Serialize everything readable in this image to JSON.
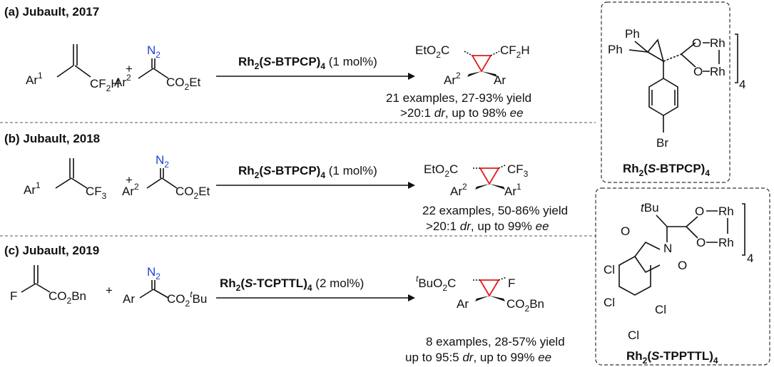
{
  "sections": [
    {
      "heading": "(a) Jubault, 2017",
      "catalyst": "Rh2(S-BTPCP)4",
      "loading": "(1 mol%)",
      "scope": "21 examples, 27-93% yield",
      "selectivity": ">20:1 dr, up to 98% ee"
    },
    {
      "heading": "(b) Jubault, 2018",
      "catalyst": "Rh2(S-BTPCP)4",
      "loading": "(1 mol%)",
      "scope": "22 examples, 50-86% yield",
      "selectivity": ">20:1 dr, up to 99% ee"
    },
    {
      "heading": "(c) Jubault, 2019",
      "catalyst": "Rh2(S-TCPTTL)4",
      "loading": "(2 mol%)",
      "scope": "8 examples, 28-57% yield",
      "selectivity": "up to 95:5 dr, up to 99% ee"
    }
  ],
  "catalyst_boxes": [
    {
      "name": "Rh2(S-BTPCP)4"
    },
    {
      "name": "Rh2(S-TPPTTL)4"
    }
  ],
  "colors": {
    "diazo": "#1f3fd6",
    "cyclopropane": "#e01b1b"
  }
}
